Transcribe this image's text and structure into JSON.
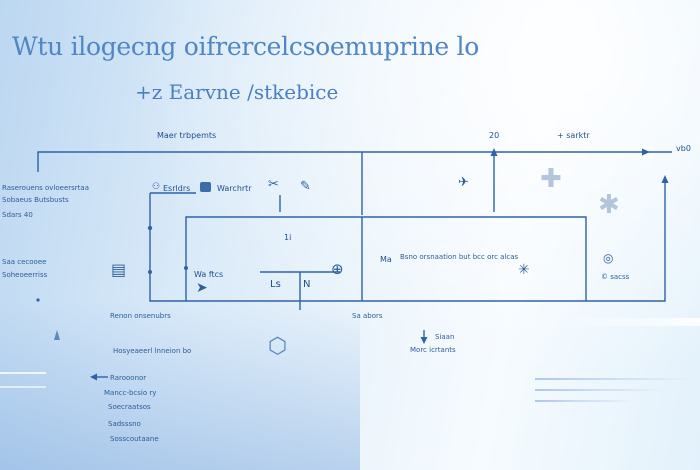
{
  "headline": "Wtu ilogecng oifrercelcsoemuprine lo",
  "subheadline": "+z Earvne /stkebice",
  "labels": {
    "top_left": "Maer trbpemts",
    "top_mid": "20",
    "top_right": "+ sarktr",
    "top_far_right": "vb0",
    "left_1": "Raserouens ovloeersrtaa",
    "left_2": "Sobaeus Butsbusts",
    "left_3": "Sdars 40",
    "left_4": "Saa cecooee",
    "left_5": "Soheoeerriss",
    "node_1": "Esrldrs",
    "node_2": "Warchrtr",
    "node_3": "Wa ftcs",
    "node_4": "Ls",
    "node_5": "N",
    "inner_top": "1i",
    "inner_right_prefix": "Ma",
    "inner_right": "Bsno orsnaation but bcc orc alcas",
    "right_edge": "© sacss",
    "bottom_1": "Renon onsenubrs",
    "bottom_2": "Sa abors",
    "bottom_3": "Hosyeaeerl lnneion bo",
    "bottom_4": "Siaan",
    "bottom_5": "Morc icrtants",
    "list_1": "Rarooonor",
    "list_2": "Mancc-bcsio ry",
    "list_3": "Soecraatsos",
    "list_4": "Sadsssno",
    "list_5": "Sosscoutaane"
  }
}
